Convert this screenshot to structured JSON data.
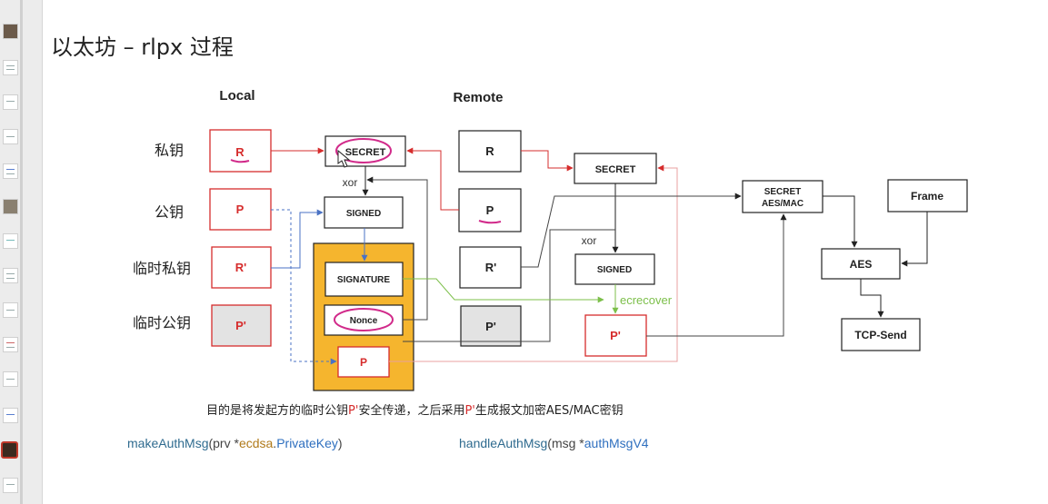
{
  "title": "以太坊 – rlpx 过程",
  "headers": {
    "local": "Local",
    "remote": "Remote"
  },
  "row_labels": [
    "私钥",
    "公钥",
    "临时私钥",
    "临时公钥"
  ],
  "local_keys": [
    "R",
    "P",
    "R'",
    "P'"
  ],
  "center": {
    "secret": "SECRET",
    "xor": "xor",
    "signed": "SIGNED",
    "signature": "SIGNATURE",
    "nonce": "Nonce",
    "p": "P"
  },
  "remote_keys": [
    "R",
    "P",
    "R'",
    "P'"
  ],
  "right": {
    "secret": "SECRET",
    "xor": "xor",
    "signed": "SIGNED",
    "ecrecover": "ecrecover",
    "p_prime": "P'",
    "secret_aes_1": "SECRET",
    "secret_aes_2": "AES/MAC",
    "frame": "Frame",
    "aes": "AES",
    "tcp_send": "TCP-Send"
  },
  "caption": {
    "part1": "目的是将发起方的临时公钥",
    "hl1": "P'",
    "part2": "安全传递，之后采用",
    "hl2": "P'",
    "part3": "生成报文加密AES/MAC密钥"
  },
  "code_left": {
    "fn": "makeAuthMsg",
    "open": "(prv ",
    "star": "*",
    "pkg": "ecdsa",
    "dot": ".",
    "type": "PrivateKey",
    "close": ")"
  },
  "code_right": {
    "fn": "handleAuthMsg",
    "open": "(msg ",
    "star": "*",
    "type": "authMsgV4"
  },
  "colors": {
    "red": "#d62c2c",
    "blue": "#4a72c4",
    "green": "#7cbf4a",
    "orange": "#f5b52e",
    "magenta": "#d12a8a",
    "gray_fill": "#e3e3e3",
    "pink_line": "#e8a0a0"
  }
}
